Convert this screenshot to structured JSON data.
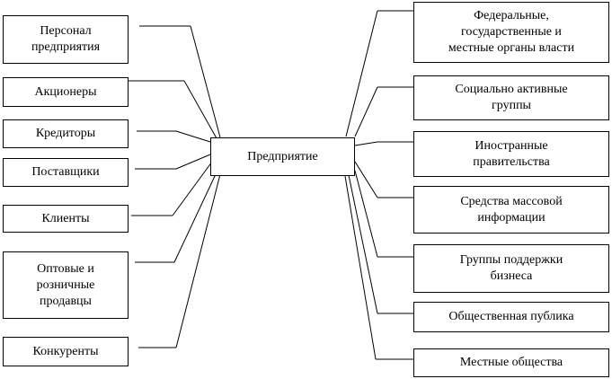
{
  "center": "Предприятие",
  "left_nodes": [
    "Персонал\nпредприятия",
    "Акционеры",
    "Кредиторы",
    "Поставщики",
    "Клиенты",
    "Оптовые и\nрозничные\nпродавцы",
    "Конкуренты"
  ],
  "right_nodes": [
    "Федеральные,\nгосударственные и\nместные органы власти",
    "Социально активные\nгруппы",
    "Иностранные\nправительства",
    "Средства массовой\nинформации",
    "Группы поддержки\nбизнеса",
    "Общественная публика",
    "Местные общества"
  ]
}
